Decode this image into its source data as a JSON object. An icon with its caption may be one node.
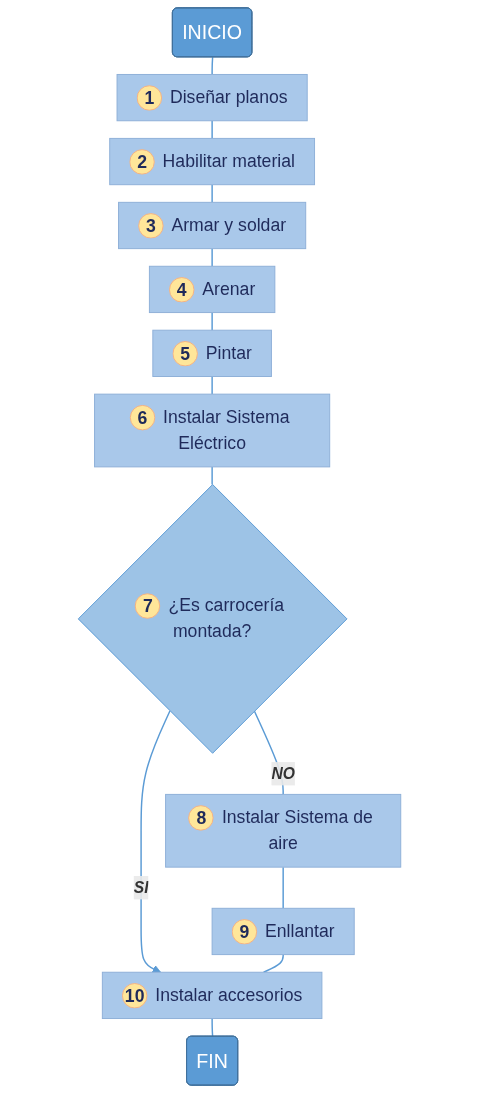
{
  "diagram": {
    "nodes": [
      {
        "text": [
          "INICIO"
        ]
      },
      {
        "text": [
          "1",
          "Diseñar planos"
        ]
      },
      {
        "text": [
          "2",
          "Habilitar material"
        ]
      },
      {
        "text": [
          "3",
          "Armar y soldar"
        ]
      },
      {
        "text": [
          "4",
          "Arenar"
        ]
      },
      {
        "text": [
          "5",
          "Pintar"
        ]
      },
      {
        "text": [
          "6",
          "Instalar Sistema Eléctrico"
        ]
      },
      {
        "text": [
          "7",
          "¿Es carrocería montada?"
        ]
      },
      {
        "text": [
          "8",
          "Instalar Sistema de aire"
        ]
      },
      {
        "text": [
          "9",
          "Enllantar"
        ]
      },
      {
        "text": [
          "10",
          "Instalar accesorios"
        ]
      },
      {
        "text": [
          "FIN"
        ]
      }
    ],
    "edges": [
      {
        "from": 0,
        "to": 1,
        "arrow": "none"
      },
      {
        "from": 1,
        "to": 2,
        "arrow": "none"
      },
      {
        "from": 2,
        "to": 3,
        "arrow": "none"
      },
      {
        "from": 3,
        "to": 4,
        "arrow": "none"
      },
      {
        "from": 4,
        "to": 5,
        "arrow": "none"
      },
      {
        "from": 5,
        "to": 6,
        "arrow": "none"
      },
      {
        "from": 6,
        "to": 7,
        "arrow": "none"
      },
      {
        "from": 7,
        "to": 8,
        "label": "NO",
        "arrow": "none"
      },
      {
        "from": 7,
        "to": 10,
        "label": "SI",
        "arrow": "to"
      },
      {
        "from": 8,
        "to": 9,
        "arrow": "none"
      },
      {
        "from": 9,
        "to": 10,
        "arrow": "none"
      },
      {
        "from": 10,
        "to": 11,
        "arrow": "none"
      }
    ]
  }
}
